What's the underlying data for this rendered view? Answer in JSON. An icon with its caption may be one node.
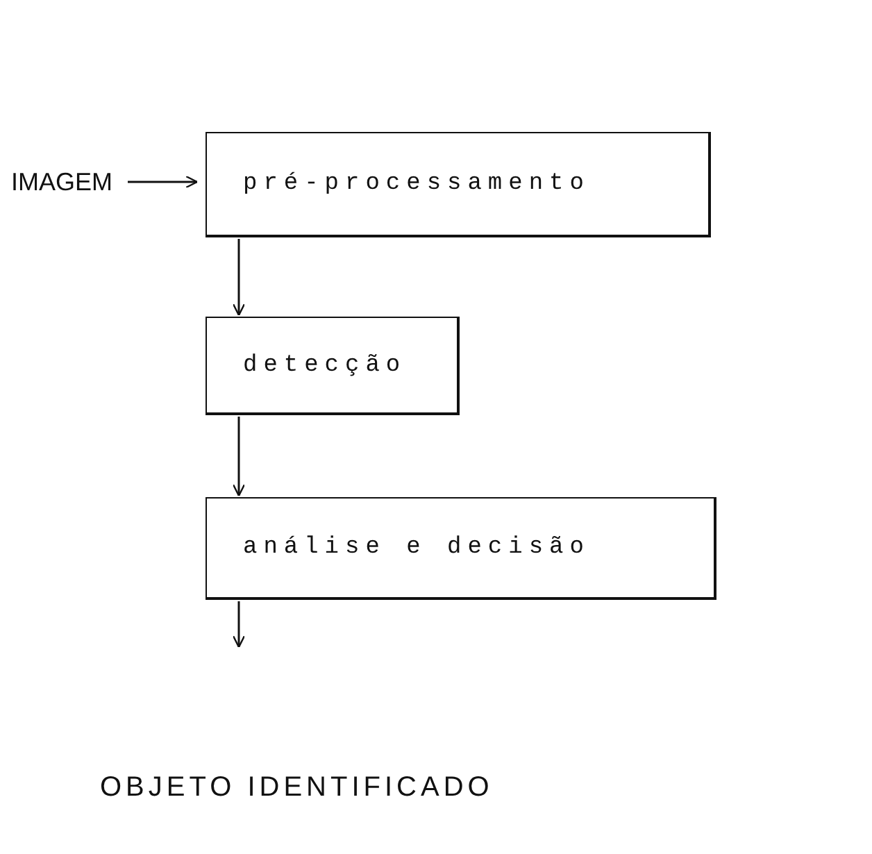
{
  "diagram": {
    "nodes": [
      {
        "text": [
          "IMAGEM"
        ]
      },
      {
        "text": [
          "pré-processamento"
        ]
      },
      {
        "text": [
          "detecção"
        ]
      },
      {
        "text": [
          "análise e decisão"
        ]
      }
    ],
    "edges": [
      {
        "from": 0,
        "to": 1,
        "arrow": "to"
      },
      {
        "from": 1,
        "to": 2,
        "arrow": "to"
      },
      {
        "from": 2,
        "to": 3,
        "arrow": "to"
      },
      {
        "from": 3,
        "to": null,
        "arrow": "to"
      }
    ],
    "labels": [
      "OBJETO IDENTIFICADO"
    ]
  }
}
